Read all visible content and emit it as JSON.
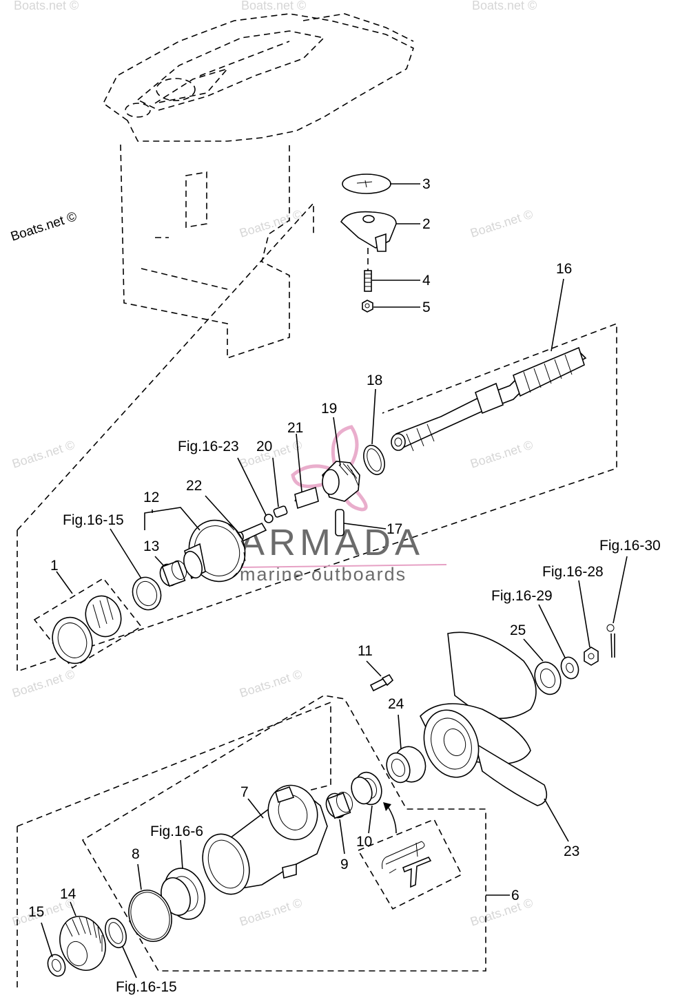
{
  "watermarks": {
    "main": "Boats.net ©",
    "faint": "Boats.net ©"
  },
  "logo": {
    "name": "ARMADA",
    "tagline": "marine outboards",
    "color": "#6b6b6b",
    "accent": "#e6a0c4"
  },
  "callouts": {
    "c1": "1",
    "c2": "2",
    "c3": "3",
    "c4": "4",
    "c5": "5",
    "c6": "6",
    "c7": "7",
    "c8": "8",
    "c9": "9",
    "c10": "10",
    "c11": "11",
    "c12": "12",
    "c13": "13",
    "c14": "14",
    "c15": "15",
    "c16": "16",
    "c17": "17",
    "c18": "18",
    "c19": "19",
    "c20": "20",
    "c21": "21",
    "c22": "22",
    "c23": "23",
    "c24": "24",
    "c25": "25"
  },
  "figure_refs": {
    "fig_16_23": "Fig.16-23",
    "fig_16_15_upper": "Fig.16-15",
    "fig_16_15_lower": "Fig.16-15",
    "fig_16_30": "Fig.16-30",
    "fig_16_28": "Fig.16-28",
    "fig_16_29": "Fig.16-29",
    "fig_16_6": "Fig.16-6"
  }
}
